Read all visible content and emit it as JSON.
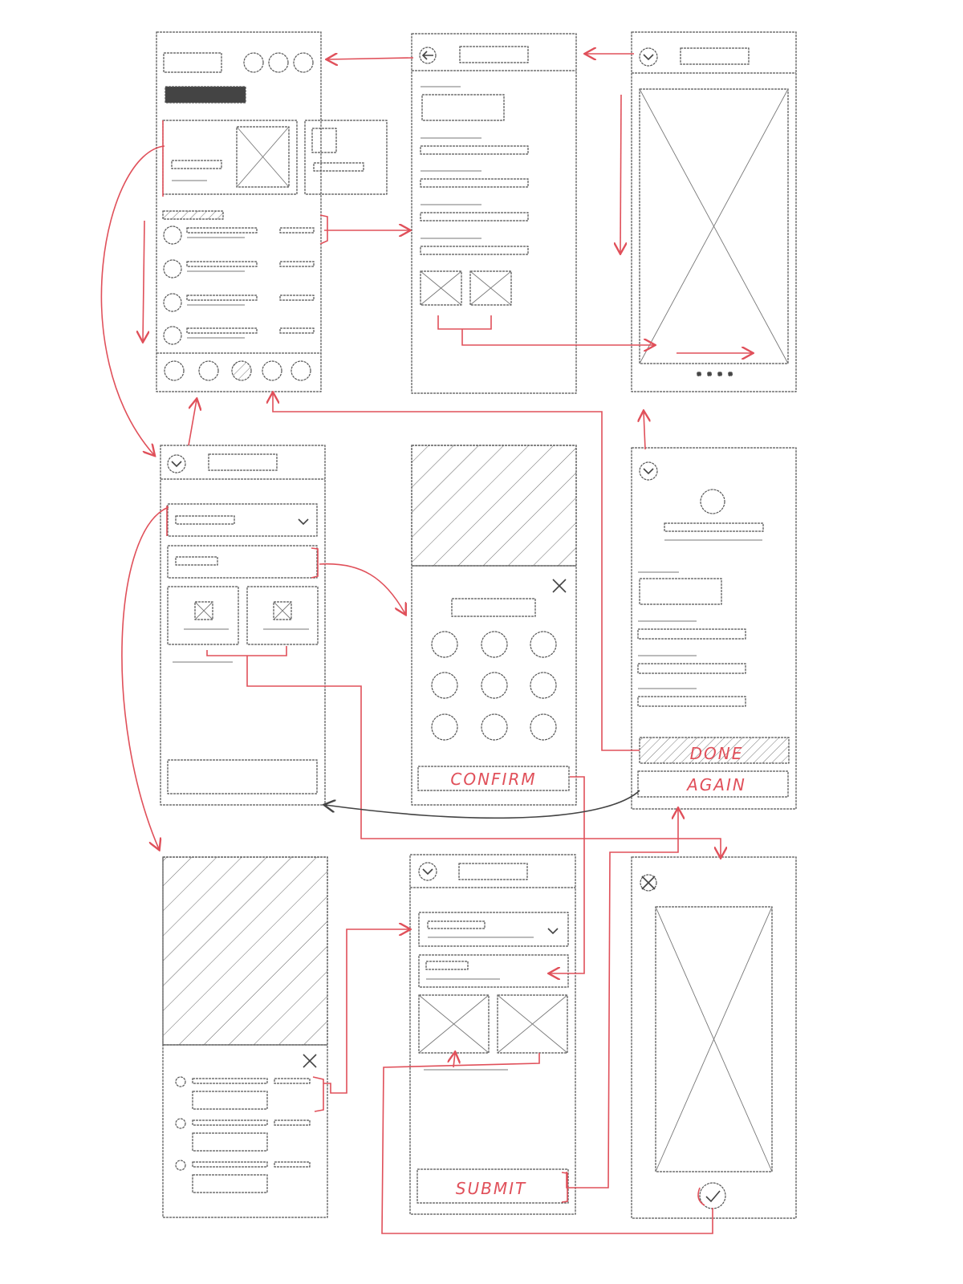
{
  "title": "Mobile app wireframe flow sketch",
  "labels": {
    "confirm": "CONFIRM",
    "done": "DONE",
    "again": "AGAIN",
    "submit": "SUBMIT"
  },
  "colors": {
    "pencil": "#555555",
    "flow_arrow": "#e0505a",
    "back_arrow": "#444444"
  }
}
